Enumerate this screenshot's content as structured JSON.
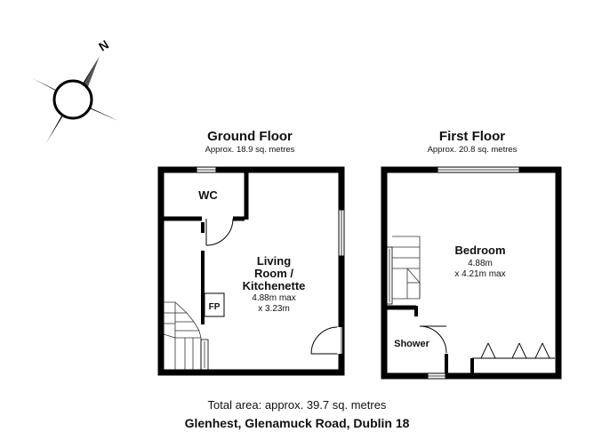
{
  "compass": {
    "icon": "compass-rose-icon",
    "north_label": "N"
  },
  "ground_floor": {
    "title": "Ground Floor",
    "area": "Approx. 18.9 sq. metres",
    "rooms": {
      "wc": "WC",
      "living_line1": "Living",
      "living_line2": "Room /",
      "living_line3": "Kitchenette",
      "living_dim1": "4.88m max",
      "living_dim2": "x 3.23m",
      "fireplace": "FP"
    }
  },
  "first_floor": {
    "title": "First Floor",
    "area": "Approx. 20.8 sq. metres",
    "rooms": {
      "bedroom": "Bedroom",
      "bedroom_dim1": "4.88m",
      "bedroom_dim2": "x 4.21m max",
      "shower": "Shower"
    }
  },
  "footer": {
    "total_area": "Total area: approx. 39.7 sq. metres",
    "address": "Glenhest, Glenamuck Road, Dublin 18"
  },
  "colors": {
    "wall": "#000000",
    "background": "#ffffff",
    "fixture": "#666666"
  }
}
